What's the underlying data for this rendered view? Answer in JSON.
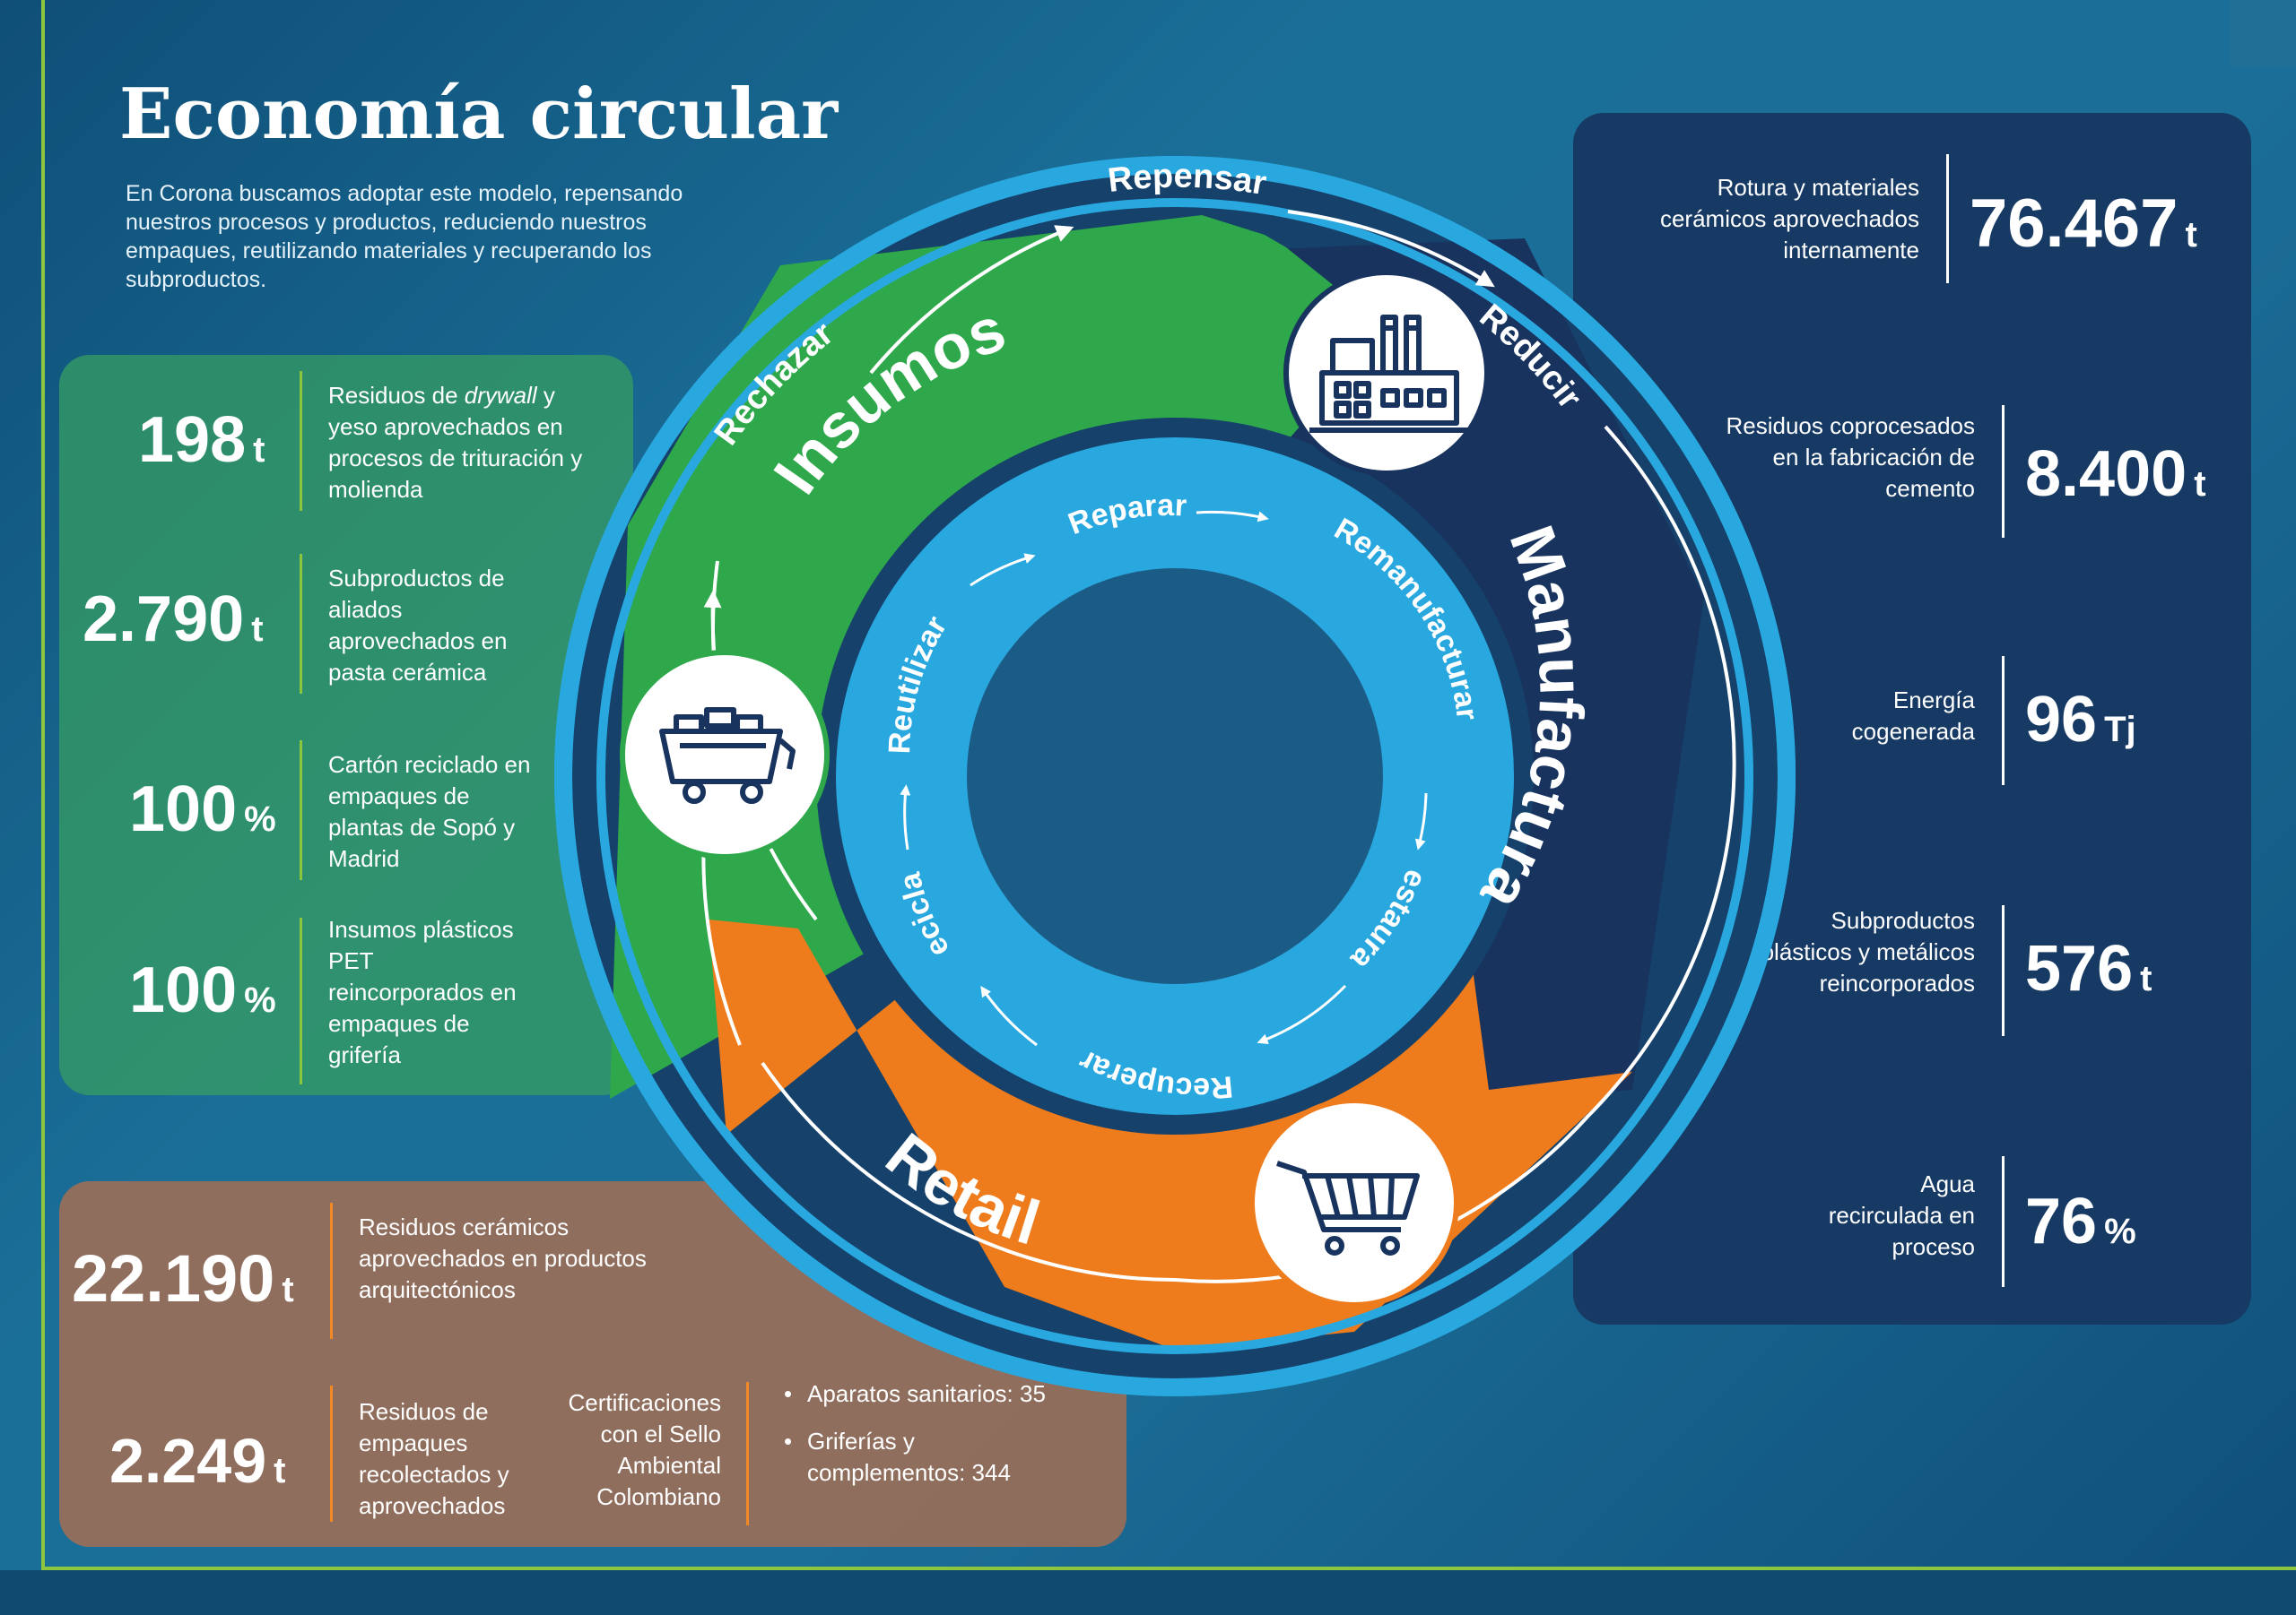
{
  "title": "Economía circular",
  "intro": "En Corona buscamos adoptar este modelo, repensando nuestros procesos y productos, reduciendo nuestros empaques, reutilizando materiales y recuperando los subproductos.",
  "colors": {
    "green": "#2ea84a",
    "navy": "#17335e",
    "orange": "#ef7c1c",
    "light_blue": "#29a8e0",
    "lime": "#8cc63f"
  },
  "left_stats": [
    {
      "value": "198",
      "unit": "t",
      "desc_pre": "Residuos de ",
      "desc_em": "drywall",
      "desc_post": "y yeso aprovechados en procesos de trituración y molienda"
    },
    {
      "value": "2.790",
      "unit": "t",
      "desc": "Subproductos de aliados aprovechados en pasta cerámica"
    },
    {
      "value": "100",
      "unit": "%",
      "desc": "Cartón reciclado en empaques de plantas de Sopó y Madrid"
    },
    {
      "value": "100",
      "unit": "%",
      "desc": "Insumos plásticos PET reincorporados en empaques de grifería"
    }
  ],
  "bottom_stats": [
    {
      "value": "22.190",
      "unit": "t",
      "desc": "Residuos cerámicos aprovechados en productos arquitectónicos"
    },
    {
      "value": "2.249",
      "unit": "t",
      "desc": "Residuos de empaques recolectados y aprovechados"
    }
  ],
  "certifications": {
    "label": "Certificaciones con el Sello Ambiental Colombiano",
    "items": [
      "Aparatos sanitarios: 35",
      "Griferías y complementos: 344"
    ]
  },
  "right_stats": [
    {
      "value": "76.467",
      "unit": "t",
      "desc": "Rotura y materiales cerámicos aprovechados internamente"
    },
    {
      "value": "8.400",
      "unit": "t",
      "desc": "Residuos coprocesados en la fabricación de cemento"
    },
    {
      "value": "96",
      "unit": "Tj",
      "desc": "Energía cogenerada"
    },
    {
      "value": "576",
      "unit": "t",
      "desc": "Subproductos plásticos y metálicos reincorporados"
    },
    {
      "value": "76",
      "unit": "%",
      "desc": "Agua recirculada en proceso"
    }
  ],
  "diagram": {
    "outer_labels": [
      "Rechazar",
      "Repensar",
      "Reducir"
    ],
    "segments": [
      "Insumos",
      "Manufactura",
      "Retail"
    ],
    "inner_labels": [
      "Reparar",
      "Remanufacturar",
      "Restaurar",
      "Recuperar",
      "Reciclar",
      "Reutilizar"
    ],
    "icons": [
      "factory-icon",
      "mine-cart-icon",
      "shopping-cart-icon"
    ]
  }
}
